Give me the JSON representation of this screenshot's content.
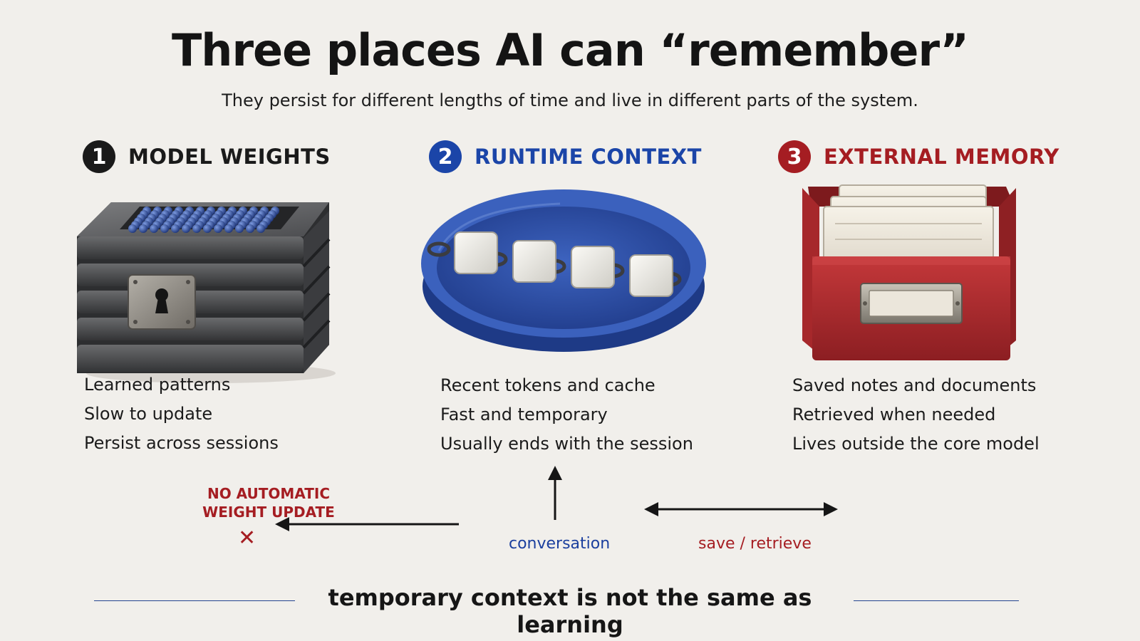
{
  "title": "Three places AI can “remember”",
  "subtitle": "They persist for different lengths of time and live in different parts of the system.",
  "columns": [
    {
      "number": "1",
      "title": "MODEL WEIGHTS",
      "color": "#1a1a1a",
      "icon": "locked-bead-box-icon",
      "lines": [
        "Learned patterns",
        "Slow to update",
        "Persist across sessions"
      ]
    },
    {
      "number": "2",
      "title": "RUNTIME CONTEXT",
      "color": "#1b45a8",
      "icon": "tray-with-chain-icon",
      "lines": [
        "Recent tokens and cache",
        "Fast and temporary",
        "Usually ends with the session"
      ]
    },
    {
      "number": "3",
      "title": "EXTERNAL MEMORY",
      "color": "#a51d22",
      "icon": "card-file-box-icon",
      "lines": [
        "Saved notes and documents",
        "Retrieved when needed",
        "Lives outside the core model"
      ]
    }
  ],
  "flow": {
    "no_update_line1": "NO AUTOMATIC",
    "no_update_line2": "WEIGHT UPDATE",
    "conversation_label": "conversation",
    "save_retrieve_label": "save / retrieve"
  },
  "footer": "temporary context is not the same as learning",
  "colors": {
    "background": "#f1efeb",
    "blue_accent": "#1b45a8",
    "red_accent": "#a51d22",
    "dark": "#1a1a1a"
  }
}
